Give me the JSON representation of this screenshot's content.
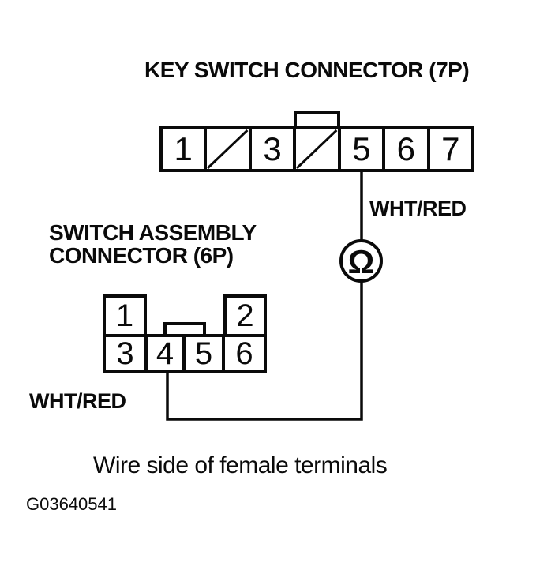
{
  "colors": {
    "ink": "#0a0a0a",
    "paper": "#ffffff"
  },
  "key_switch_connector": {
    "title": "KEY SWITCH CONNECTOR (7P)",
    "wire_label": "WHT/RED",
    "cells": [
      {
        "label": "1",
        "blocked": false
      },
      {
        "label": "",
        "blocked": true
      },
      {
        "label": "3",
        "blocked": false
      },
      {
        "label": "",
        "blocked": true
      },
      {
        "label": "5",
        "blocked": false
      },
      {
        "label": "6",
        "blocked": false
      },
      {
        "label": "7",
        "blocked": false
      }
    ],
    "test_pin": "5"
  },
  "switch_assembly_connector": {
    "title_line1": "SWITCH ASSEMBLY",
    "title_line2": "CONNECTOR (6P)",
    "wire_label": "WHT/RED",
    "top_cells": [
      {
        "label": "1"
      },
      {
        "label": "2"
      }
    ],
    "bottom_cells": [
      {
        "label": "3"
      },
      {
        "label": "4"
      },
      {
        "label": "5"
      },
      {
        "label": "6"
      }
    ],
    "test_pin": "4"
  },
  "meter": {
    "symbol": "Ω",
    "type": "ohmmeter"
  },
  "figure": {
    "caption": "Wire side of female terminals",
    "id": "G03640541"
  }
}
